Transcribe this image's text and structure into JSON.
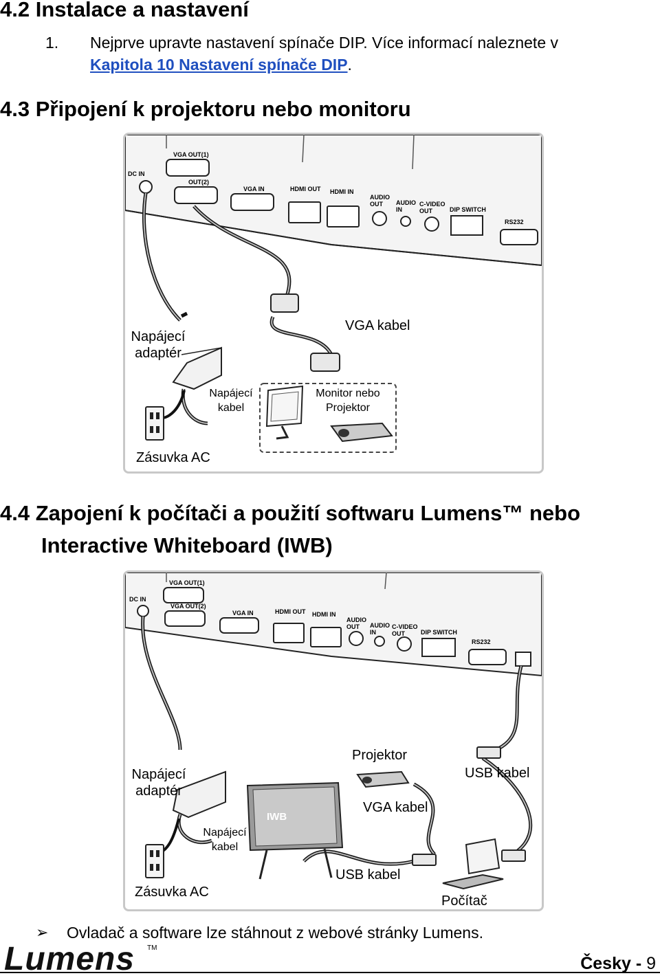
{
  "section_42": {
    "heading": "4.2 Instalace a nastavení",
    "step_number": "1.",
    "step_text": "Nejprve upravte nastavení spínače DIP. Více informací naleznete v",
    "step_link": "Kapitola 10 Nastavení spínače DIP",
    "step_end": "."
  },
  "section_43": {
    "heading": "4.3 Připojení k projektoru nebo monitoru",
    "diagram": {
      "ports": {
        "dc_in": "DC IN",
        "vga_out1": "VGA OUT(1)",
        "vga_out2": "OUT(2)",
        "vga_in": "VGA IN",
        "hdmi_out": "HDMI OUT",
        "hdmi_in": "HDMI IN",
        "audio_out": "AUDIO OUT",
        "audio_in": "AUDIO IN",
        "c_video_out": "C-VIDEO OUT",
        "dip_switch": "DIP SWITCH",
        "rs232": "RS232"
      },
      "power_adapter_line1": "Napájecí",
      "power_adapter_line2": "adaptér",
      "vga_cable": "VGA kabel",
      "power_cable_line1": "Napájecí",
      "power_cable_line2": "kabel",
      "monitor_line1": "Monitor nebo",
      "monitor_line2": "Projektor",
      "ac_outlet": "Zásuvka AC"
    }
  },
  "section_44": {
    "heading_line1": "4.4 Zapojení k počítači a použití softwaru Lumens™ nebo",
    "heading_line2": "Interactive Whiteboard (IWB)",
    "diagram": {
      "ports": {
        "dc_in": "DC IN",
        "vga_out1": "VGA OUT(1)",
        "vga_out2": "VGA OUT(2)",
        "vga_in": "VGA IN",
        "hdmi_out": "HDMI OUT",
        "hdmi_in": "HDMI IN",
        "audio_out": "AUDIO OUT",
        "audio_in": "AUDIO IN",
        "c_video_out": "C-VIDEO OUT",
        "dip_switch": "DIP SWITCH",
        "rs232": "RS232"
      },
      "power_adapter_line1": "Napájecí",
      "power_adapter_line2": "adaptér",
      "projector": "Projektor",
      "usb_cable_top": "USB kabel",
      "iwb": "IWB",
      "vga_cable": "VGA kabel",
      "power_cable_line1": "Napájecí",
      "power_cable_line2": "kabel",
      "usb_cable_bottom": "USB kabel",
      "ac_outlet": "Zásuvka AC",
      "computer": "Počítač"
    }
  },
  "note": {
    "bullet": "➢",
    "text": "Ovladač a software lze stáhnout z webové stránky Lumens."
  },
  "footer": {
    "logo": "Lumens",
    "logo_tm": "TM",
    "language": "Česky",
    "page_sep": " - ",
    "page_number": "9"
  }
}
